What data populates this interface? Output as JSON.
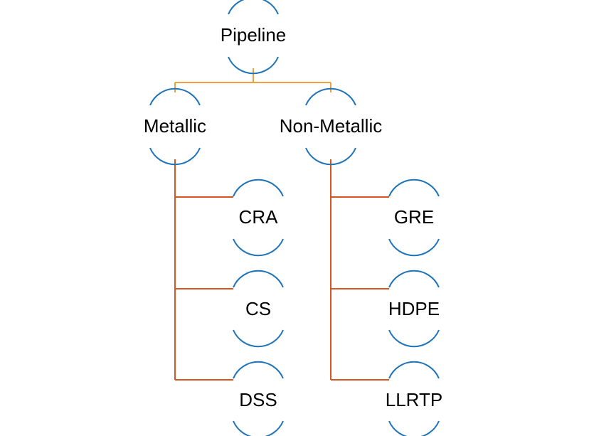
{
  "colors": {
    "node_arc": "#1f74b9",
    "root_connector": "#f0a040",
    "child_connector": "#d9541e",
    "text": "#000000",
    "background": "#ffffff"
  },
  "root": {
    "label": "Pipeline"
  },
  "groups": [
    {
      "label": "Metallic",
      "children": [
        {
          "label": "CRA"
        },
        {
          "label": "CS"
        },
        {
          "label": "DSS"
        }
      ]
    },
    {
      "label": "Non-Metallic",
      "children": [
        {
          "label": "GRE"
        },
        {
          "label": "HDPE"
        },
        {
          "label": "LLRTP"
        }
      ]
    }
  ]
}
